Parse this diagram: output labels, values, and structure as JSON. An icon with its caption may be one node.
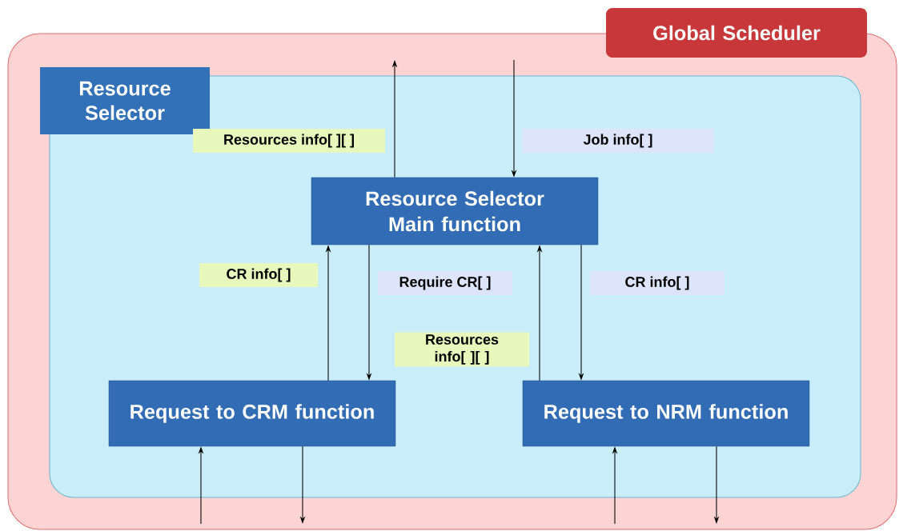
{
  "diagram": {
    "nodes": [
      {
        "text": [
          "Global Scheduler"
        ]
      },
      {
        "text": [
          "Resource Selector"
        ],
        "in": 0
      },
      {
        "text": [
          "Resource Selector Main function"
        ],
        "in": 1
      },
      {
        "text": [
          "Request to CRM function"
        ],
        "in": 1
      },
      {
        "text": [
          "Request to NRM function"
        ],
        "in": 1
      }
    ],
    "edges": [
      {
        "from": 2,
        "to": null,
        "arrow": "to",
        "label": "Resources info[ ][ ]"
      },
      {
        "from": null,
        "to": 2,
        "arrow": "to",
        "label": "Job info[ ]"
      },
      {
        "from": 3,
        "to": 2,
        "arrow": "to",
        "label": "CR info[ ]"
      },
      {
        "from": 2,
        "to": 3,
        "arrow": "to",
        "label": "Require CR[ ]"
      },
      {
        "from": 4,
        "to": 2,
        "arrow": "to",
        "label": "Resources info[ ][ ]"
      },
      {
        "from": 2,
        "to": 4,
        "arrow": "to",
        "label": "CR info[ ]"
      },
      {
        "from": null,
        "to": 3,
        "arrow": "to"
      },
      {
        "from": 3,
        "to": null,
        "arrow": "to"
      },
      {
        "from": null,
        "to": 4,
        "arrow": "to"
      },
      {
        "from": 4,
        "to": null,
        "arrow": "to"
      }
    ]
  }
}
